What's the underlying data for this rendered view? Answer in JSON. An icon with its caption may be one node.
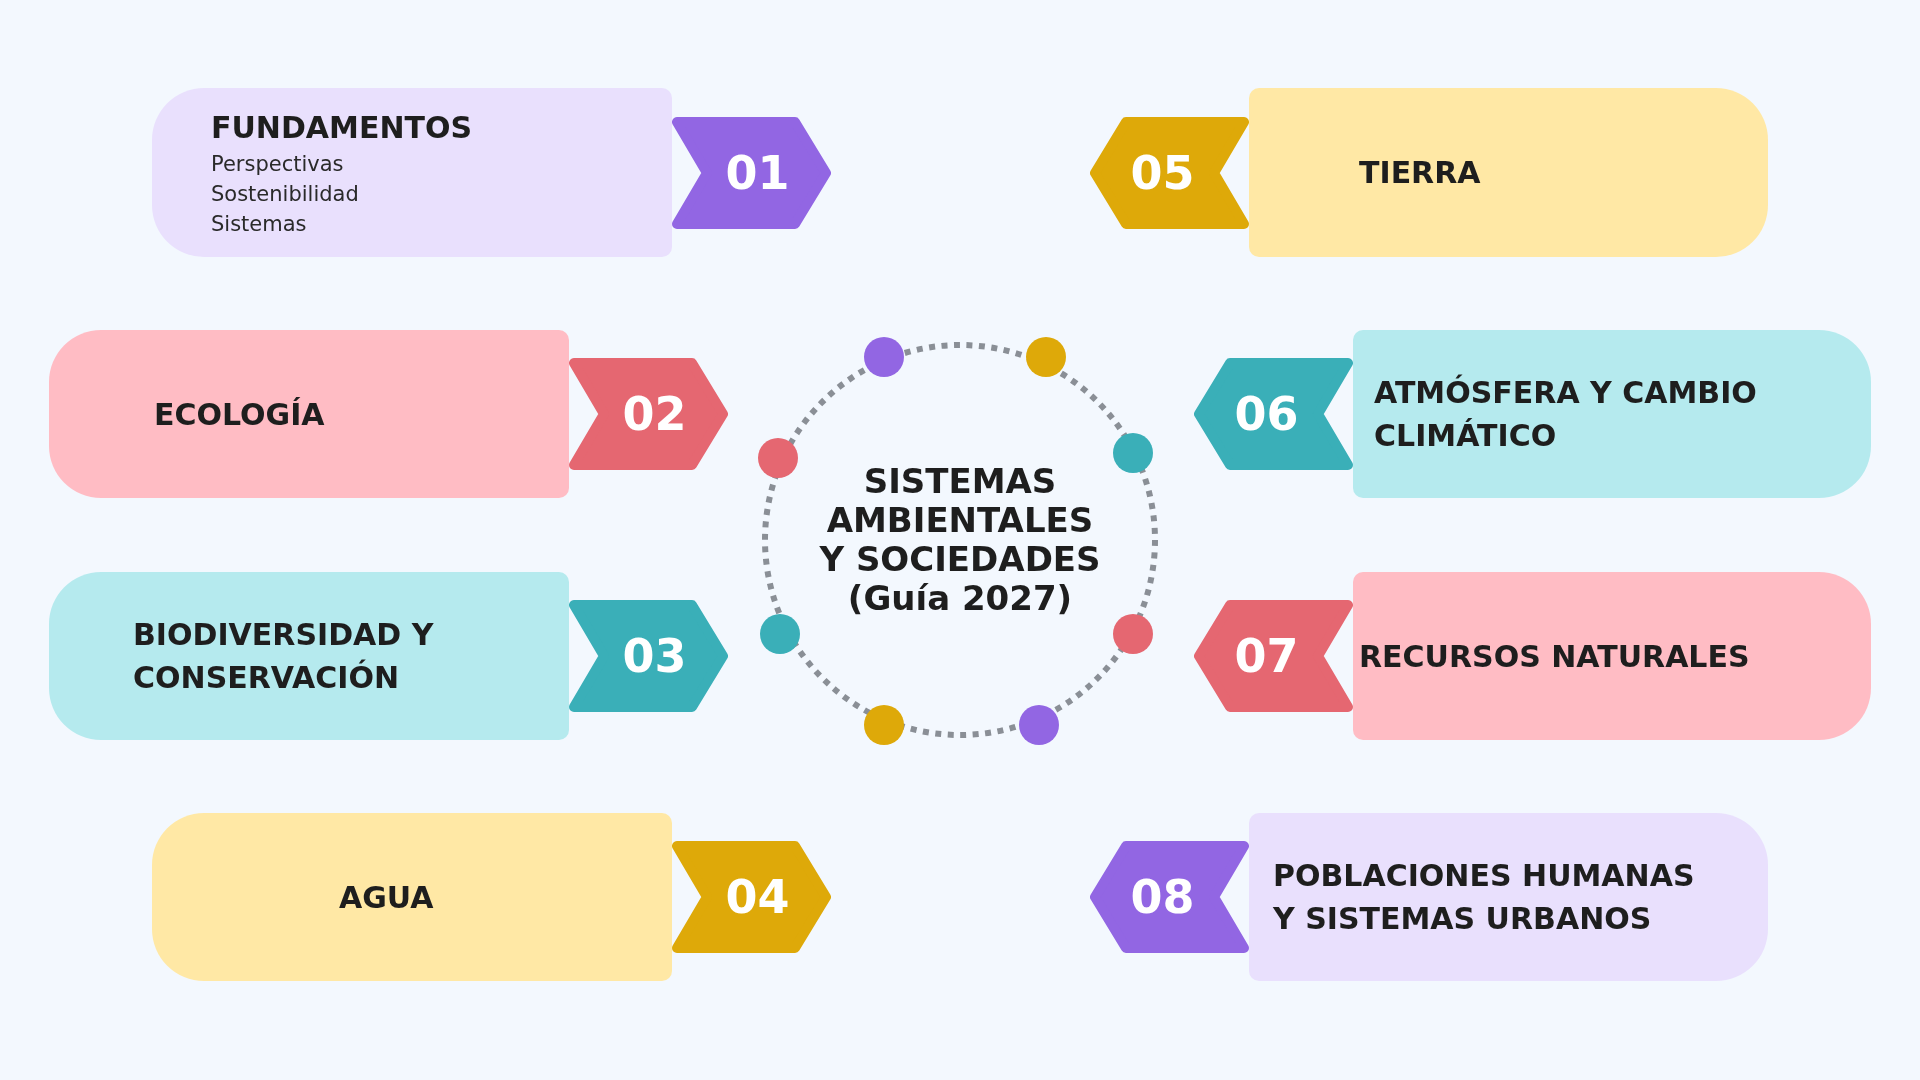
{
  "diagram": {
    "nodes": [
      {
        "text": [
          "SISTEMAS AMBIENTALES Y SOCIEDADES (Guía 2027)"
        ]
      },
      {
        "text": [
          "FUNDAMENTOS",
          "Perspectivas",
          "Sostenibilidad",
          "Sistemas"
        ]
      },
      {
        "text": [
          "01"
        ]
      },
      {
        "text": [
          "ECOLOGÍA"
        ]
      },
      {
        "text": [
          "02"
        ]
      },
      {
        "text": [
          "BIODIVERSIDAD Y CONSERVACIÓN"
        ]
      },
      {
        "text": [
          "03"
        ]
      },
      {
        "text": [
          "AGUA"
        ]
      },
      {
        "text": [
          "04"
        ]
      },
      {
        "text": [
          "05"
        ]
      },
      {
        "text": [
          "TIERRA"
        ]
      },
      {
        "text": [
          "06"
        ]
      },
      {
        "text": [
          "ATMÓSFERA Y CAMBIO CLIMÁTICO"
        ]
      },
      {
        "text": [
          "07"
        ]
      },
      {
        "text": [
          "RECURSOS NATURALES"
        ]
      },
      {
        "text": [
          "08"
        ]
      },
      {
        "text": [
          "POBLACIONES HUMANAS Y SISTEMAS URBANOS"
        ]
      }
    ]
  }
}
